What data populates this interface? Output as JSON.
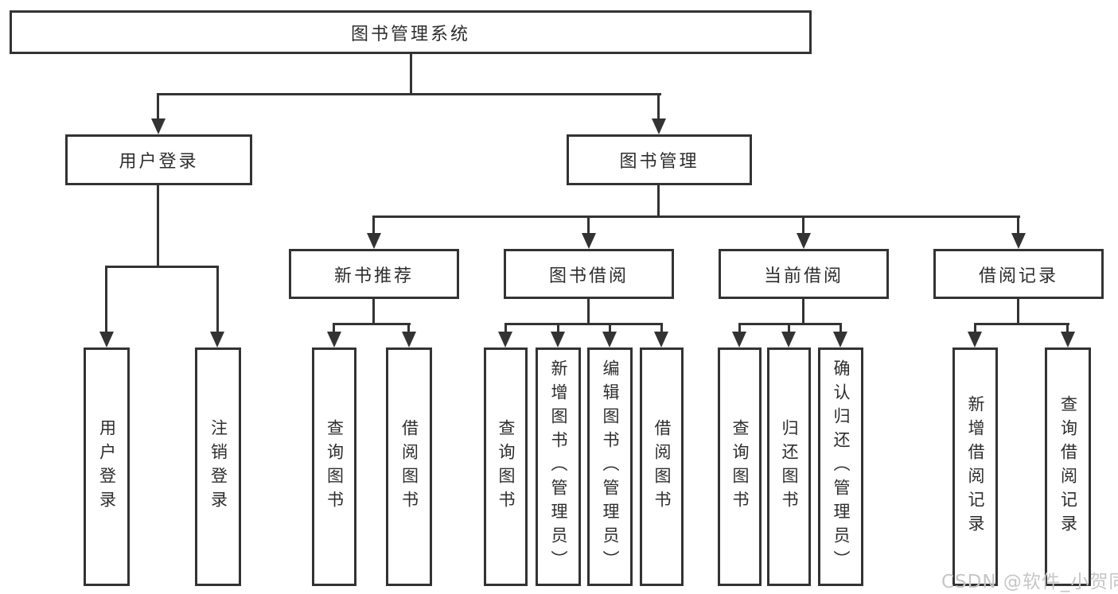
{
  "colors": {
    "line": "#333333",
    "text": "#2d2d2d",
    "watermark": "#c6c6c6",
    "background": "#ffffff"
  },
  "watermark": {
    "text": "CSDN @软件_小贺同学"
  },
  "tree": {
    "label": "图书管理系统",
    "children": [
      {
        "label": "用户登录",
        "children": [
          {
            "label": "用户登录"
          },
          {
            "label": "注销登录"
          }
        ]
      },
      {
        "label": "图书管理",
        "children": [
          {
            "label": "新书推荐",
            "children": [
              {
                "label": "查询图书"
              },
              {
                "label": "借阅图书"
              }
            ]
          },
          {
            "label": "图书借阅",
            "children": [
              {
                "label": "查询图书"
              },
              {
                "label": "新增图书（管理员）"
              },
              {
                "label": "编辑图书（管理员）"
              },
              {
                "label": "借阅图书"
              }
            ]
          },
          {
            "label": "当前借阅",
            "children": [
              {
                "label": "查询图书"
              },
              {
                "label": "归还图书"
              },
              {
                "label": "确认归还（管理员）"
              }
            ]
          },
          {
            "label": "借阅记录",
            "children": [
              {
                "label": "新增借阅记录"
              },
              {
                "label": "查询借阅记录"
              }
            ]
          }
        ]
      }
    ]
  }
}
